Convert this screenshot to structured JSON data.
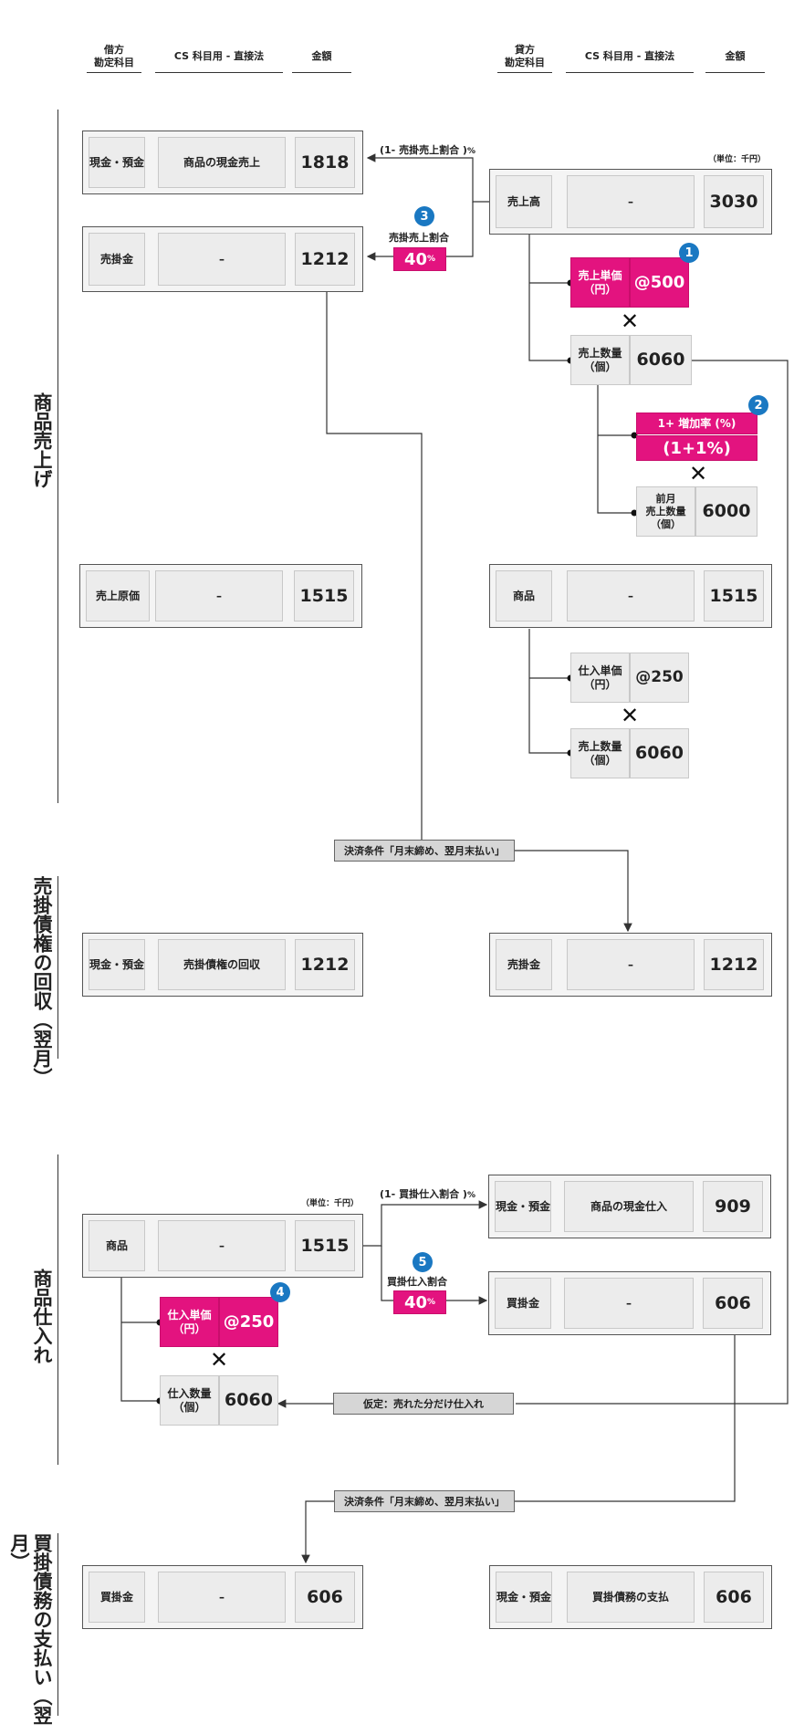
{
  "headers": {
    "debit": {
      "account": "借方\n勘定科目",
      "cs": "CS 科目用 - 直接法",
      "amount": "金額"
    },
    "credit": {
      "account": "貸方\n勘定科目",
      "cs": "CS 科目用 - 直接法",
      "amount": "金額"
    }
  },
  "sections": {
    "sales": "商品売上げ",
    "collection": "売掛債権の回収（翌月）",
    "purchase": "商品仕入れ",
    "payment": "買掛債務の支払い（翌月）"
  },
  "unit_label": "（単位：千円）",
  "sales": {
    "cash": {
      "account": "現金・預金",
      "cs": "商品の現金売上",
      "amount": "1818"
    },
    "receivable": {
      "account": "売掛金",
      "cs": "–",
      "amount": "1212"
    },
    "revenue": {
      "account": "売上高",
      "cs": "–",
      "amount": "3030"
    },
    "cash_ratio_label": "(1- 売掛売上割合 )",
    "pct_sign": "%",
    "credit_ratio_label": "売掛売上割合",
    "credit_ratio_value": "40",
    "unit_price": {
      "label": "売上単価\n（円）",
      "value": "@500",
      "badge": "1"
    },
    "quantity": {
      "label": "売上数量\n（個）",
      "value": "6060"
    },
    "growth": {
      "label": "1+ 増加率 (%)",
      "value": "(1+1%)",
      "badge": "2"
    },
    "prev_quantity": {
      "label": "前月\n売上数量\n（個）",
      "value": "6000"
    },
    "ratio_badge": "3",
    "cogs": {
      "account": "売上原価",
      "cs": "–",
      "amount": "1515"
    },
    "inventory": {
      "account": "商品",
      "cs": "–",
      "amount": "1515"
    },
    "purchase_price": {
      "label": "仕入単価\n（円）",
      "value": "@250"
    },
    "cogs_quantity": {
      "label": "売上数量\n（個）",
      "value": "6060"
    }
  },
  "settlement_label": "決済条件「月末締め、翌月末払い」",
  "collection": {
    "cash": {
      "account": "現金・預金",
      "cs": "売掛債権の回収",
      "amount": "1212"
    },
    "receivable": {
      "account": "売掛金",
      "cs": "–",
      "amount": "1212"
    }
  },
  "purchase": {
    "inventory": {
      "account": "商品",
      "cs": "–",
      "amount": "1515"
    },
    "cash": {
      "account": "現金・預金",
      "cs": "商品の現金仕入",
      "amount": "909"
    },
    "payable": {
      "account": "買掛金",
      "cs": "–",
      "amount": "606"
    },
    "cash_ratio_label": "(1- 買掛仕入割合 )",
    "credit_ratio_label": "買掛仕入割合",
    "credit_ratio_value": "40",
    "ratio_badge": "5",
    "unit_price": {
      "label": "仕入単価\n（円）",
      "value": "@250",
      "badge": "4"
    },
    "quantity": {
      "label": "仕入数量\n（個）",
      "value": "6060"
    },
    "assumption": "仮定：売れた分だけ仕入れ"
  },
  "payment": {
    "payable": {
      "account": "買掛金",
      "cs": "–",
      "amount": "606"
    },
    "cash": {
      "account": "現金・預金",
      "cs": "買掛債務の支払",
      "amount": "606"
    }
  }
}
